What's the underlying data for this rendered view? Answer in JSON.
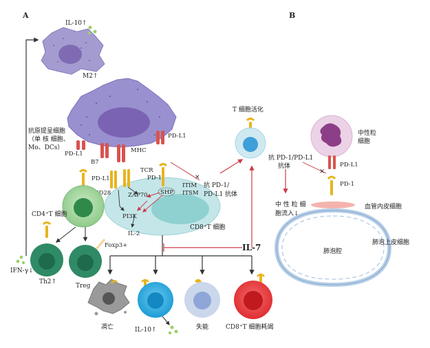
{
  "panels": {
    "a": "A",
    "b": "B"
  },
  "panel_a": {
    "il10_top": "IL-10↑",
    "m2": "M2↑",
    "apc_title": "抗原提呈细胞",
    "apc_line2": "（单 核 细胞、",
    "apc_line3": "Mo、DCs）",
    "pdl1_left": "PD-L1",
    "pdl1_right": "PD-L1",
    "b7": "B7",
    "mhc": "MHC",
    "tcr": "TCR",
    "cd28": "CD28",
    "pd1": "PD-1",
    "zap70": "ZAP70",
    "shp": "SHP",
    "itim": "ITIM",
    "itsm": "ITSM",
    "pi3k": "PI3K",
    "il2": "IL-2",
    "cd8_cell": "CD8⁺T 细胞",
    "pdl1_cd4": "PD-L1",
    "cd4_cell": "CD4⁺T 细胞",
    "ifn": "IFN-γ↓",
    "th2": "Th2↑",
    "treg": "Treg",
    "foxp3": "Foxp3+",
    "t_activation": "T 细胞活化",
    "anti_line1": "抗 PD-1/",
    "anti_line2": "PD-L1 抗体",
    "il7": "IL-7",
    "apoptosis": "凋亡",
    "il10_bottom": "IL-10↑",
    "anergy": "失能",
    "exhaustion": "CD8⁺T 细胞耗竭"
  },
  "panel_b": {
    "neutrophil_1": "中性粒",
    "neutrophil_2": "细胞",
    "anti_line1": "抗 PD-1/PD-L1",
    "anti_line2": "抗体",
    "pdl1": "PD-L1",
    "pd1": "PD-1",
    "influx_1": "中 性 粒 细",
    "influx_2": "胞流入↓",
    "endothelial": "血管内皮细胞",
    "epithelial": "肺泡上皮细胞",
    "alveolar": "肺泡腔"
  },
  "colors": {
    "apc": "#8f86c8",
    "cd8_cell": "#bfe6e6",
    "cd4_cell": "#8cc98a",
    "th2_treg": "#2f8a66",
    "il10_cell": "#22a9d8",
    "anergy_cell": "#9eb3de",
    "exhaust_cell": "#e33a3c",
    "t_act_cell": "#3f9fd8",
    "neutrophil": "#e6c3dd",
    "receptor": "#e8b41f",
    "pdl1_red": "#d9534f",
    "inhibit_line": "#d45b67",
    "activate_line": "#333333"
  }
}
